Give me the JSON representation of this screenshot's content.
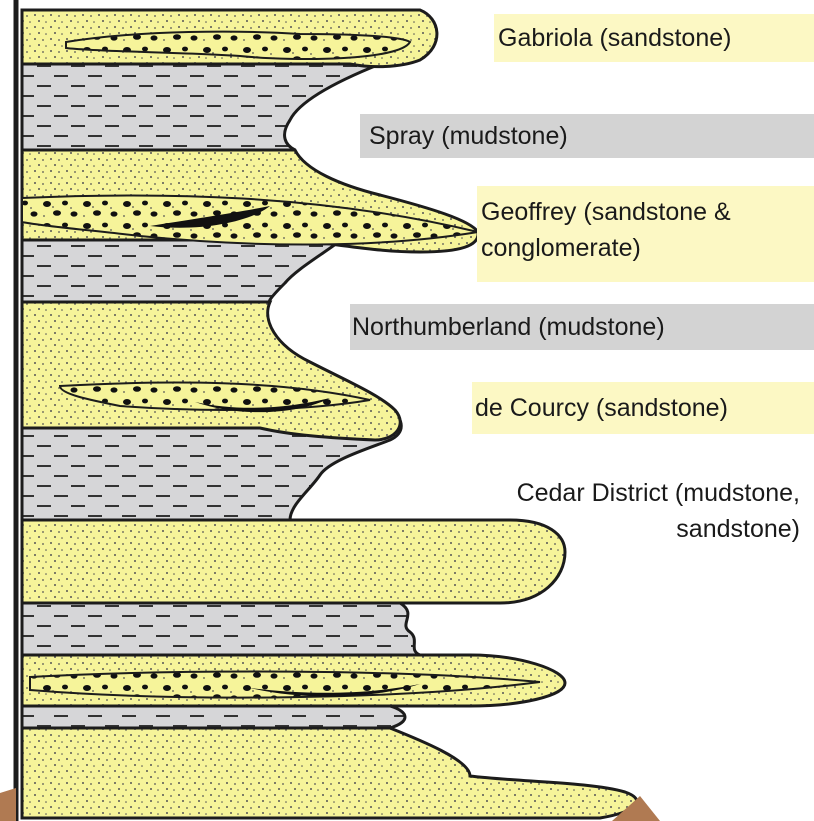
{
  "colors": {
    "sandstone": "#f6f49a",
    "mudstone": "#d6d6d8",
    "sandstone_label_bg": "#fcf8c4",
    "mudstone_label_bg": "#d3d3d3",
    "outline": "#1c1c1c",
    "basement": "#b07a52"
  },
  "formations": [
    {
      "id": "gabriola",
      "lines": [
        "Gabriola  (sandstone)"
      ],
      "lithology": "sandstone"
    },
    {
      "id": "spray",
      "lines": [
        "Spray (mudstone)"
      ],
      "lithology": "mudstone"
    },
    {
      "id": "geoffrey",
      "lines": [
        "Geoffrey (sandstone  &",
        "conglomerate)"
      ],
      "lithology": "sandstone"
    },
    {
      "id": "northumberland",
      "lines": [
        "Northumberland  (mudstone)"
      ],
      "lithology": "mudstone"
    },
    {
      "id": "de-courcy",
      "lines": [
        "de Courcy (sandstone)"
      ],
      "lithology": "sandstone"
    },
    {
      "id": "cedar-district",
      "lines": [
        "Cedar District (mudstone,",
        "sandstone)"
      ],
      "lithology": "mixed"
    }
  ]
}
